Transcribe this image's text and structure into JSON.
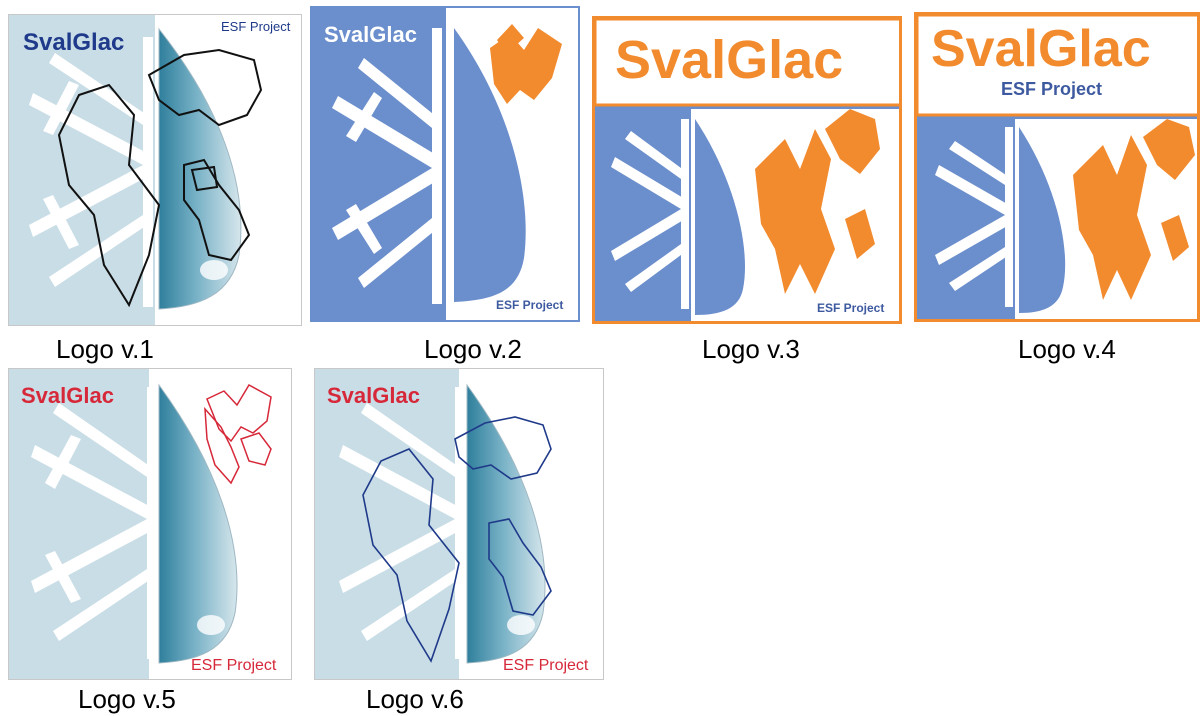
{
  "logos": [
    {
      "caption": "Logo v.1",
      "name": "SvalGlac",
      "project": "ESF Project",
      "name_color": "#1f3a8a",
      "project_color": "#1f3a8a",
      "outline_color": "#111111"
    },
    {
      "caption": "Logo v.2",
      "name": "SvalGlac",
      "project": "ESF Project",
      "name_color": "#ffffff",
      "project_color": "#3d5aa0",
      "fill_color": "#f28a2e"
    },
    {
      "caption": "Logo v.3",
      "name": "SvalGlac",
      "project": "ESF Project",
      "name_color": "#f28a2e",
      "project_color": "#3d5aa0",
      "fill_color": "#f28a2e"
    },
    {
      "caption": "Logo v.4",
      "name": "SvalGlac",
      "project": "ESF Project",
      "name_color": "#f28a2e",
      "project_color": "#3d5aa0",
      "fill_color": "#f28a2e"
    },
    {
      "caption": "Logo v.5",
      "name": "SvalGlac",
      "project": "ESF Project",
      "name_color": "#d62839",
      "project_color": "#d62839",
      "outline_color": "#d62839"
    },
    {
      "caption": "Logo v.6",
      "name": "SvalGlac",
      "project": "ESF Project",
      "name_color": "#d62839",
      "project_color": "#d62839",
      "outline_color": "#1f3a8a"
    }
  ],
  "colors": {
    "ice_light": "#c9dde6",
    "ice_blue": "#6b8ecc",
    "orange": "#f28a2e",
    "white": "#ffffff"
  },
  "icons": [
    "snowflake-icon",
    "drop-icon",
    "svalbard-map-icon"
  ]
}
